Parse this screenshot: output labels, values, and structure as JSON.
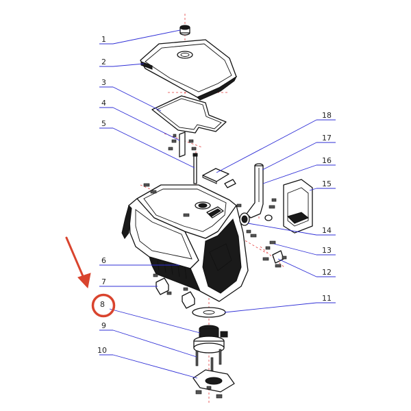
{
  "callouts": [
    {
      "num": "1"
    },
    {
      "num": "2"
    },
    {
      "num": "3"
    },
    {
      "num": "4"
    },
    {
      "num": "5"
    },
    {
      "num": "6"
    },
    {
      "num": "7"
    },
    {
      "num": "8"
    },
    {
      "num": "9"
    },
    {
      "num": "10"
    },
    {
      "num": "11"
    },
    {
      "num": "12"
    },
    {
      "num": "13"
    },
    {
      "num": "14"
    },
    {
      "num": "15"
    },
    {
      "num": "16"
    },
    {
      "num": "17"
    },
    {
      "num": "18"
    }
  ],
  "highlight": {
    "target": "8",
    "color": "#d9442e"
  },
  "colors": {
    "leader": "#2d2dd6",
    "centerline": "#e23a3a",
    "outline": "#111111"
  }
}
